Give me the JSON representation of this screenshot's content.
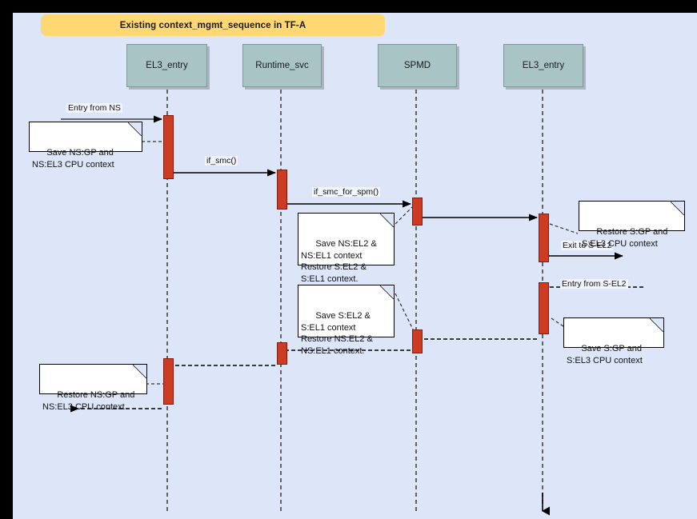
{
  "diagram": {
    "title": "Existing context_mgmt_sequence in TF-A",
    "type": "uml-sequence-diagram",
    "colors": {
      "canvas_background": "#dce6f8",
      "frame_border": "#000000",
      "title_banner": "#ffd873",
      "lifeline_header": "#a8c4c4",
      "activation_bar": "#cc3b22",
      "note_background": "#ffffff",
      "line": "#000000"
    }
  },
  "lifelines": [
    {
      "id": "ll1",
      "label": "EL3_entry"
    },
    {
      "id": "ll2",
      "label": "Runtime_svc"
    },
    {
      "id": "ll3",
      "label": "SPMD"
    },
    {
      "id": "ll4",
      "label": "EL3_entry"
    }
  ],
  "messages": [
    {
      "id": "m1",
      "label": "Entry from NS",
      "from": "external",
      "to": "ll1",
      "kind": "call",
      "direction": "right"
    },
    {
      "id": "m2",
      "label": "if_smc()",
      "from": "ll1",
      "to": "ll2",
      "kind": "call",
      "direction": "right"
    },
    {
      "id": "m3",
      "label": "if_smc_for_spm()",
      "from": "ll2",
      "to": "ll3",
      "kind": "call",
      "direction": "right"
    },
    {
      "id": "m4",
      "label": "",
      "from": "ll3",
      "to": "ll4",
      "kind": "call",
      "direction": "right"
    },
    {
      "id": "m5",
      "label": "Exit to S-EL2",
      "from": "ll4",
      "to": "external",
      "kind": "call",
      "direction": "right"
    },
    {
      "id": "m6",
      "label": "Entry from S-EL2",
      "from": "external",
      "to": "ll4",
      "kind": "return",
      "direction": "left"
    },
    {
      "id": "m7",
      "label": "",
      "from": "ll4",
      "to": "ll3",
      "kind": "return",
      "direction": "left"
    },
    {
      "id": "m8",
      "label": "",
      "from": "ll3",
      "to": "ll2",
      "kind": "return",
      "direction": "left"
    },
    {
      "id": "m9",
      "label": "",
      "from": "ll2",
      "to": "ll1",
      "kind": "return",
      "direction": "left"
    },
    {
      "id": "m10",
      "label": "",
      "from": "ll1",
      "to": "external",
      "kind": "return",
      "direction": "left"
    }
  ],
  "notes": [
    {
      "id": "n1",
      "text": "Save NS:GP and\nNS:EL3 CPU context",
      "attached_to": "ll1"
    },
    {
      "id": "n2",
      "text": "Save NS:EL2 &\nNS:EL1 context\nRestore S:EL2 &\nS:EL1 context.",
      "attached_to": "ll3"
    },
    {
      "id": "n3",
      "text": "Restore S:GP and\nS:EL3 CPU context",
      "attached_to": "ll4"
    },
    {
      "id": "n4",
      "text": "Save S:EL2 &\nS:EL1 context\nRestore NS:EL2 &\nNS:EL1 context.",
      "attached_to": "ll3"
    },
    {
      "id": "n5",
      "text": "Save S:GP and\nS:EL3 CPU context",
      "attached_to": "ll4"
    },
    {
      "id": "n6",
      "text": "Restore NS:GP and\nNS:EL3 CPU context",
      "attached_to": "ll1"
    }
  ]
}
